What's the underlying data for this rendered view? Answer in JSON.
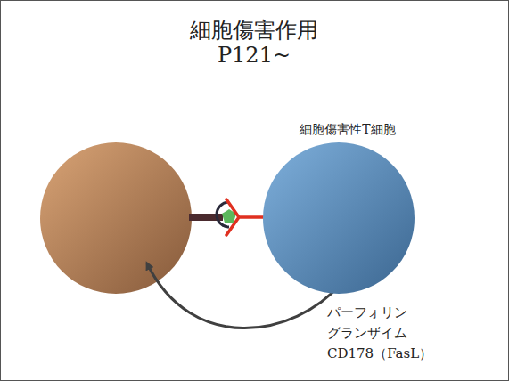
{
  "diagram": {
    "title": "細胞傷害作用 P121~",
    "nodes": [
      {
        "text": [
          "細胞傷害性T細胞"
        ]
      }
    ],
    "labels": [
      "パーフォリン",
      "グランザイム",
      "CD178（FasL）"
    ]
  }
}
